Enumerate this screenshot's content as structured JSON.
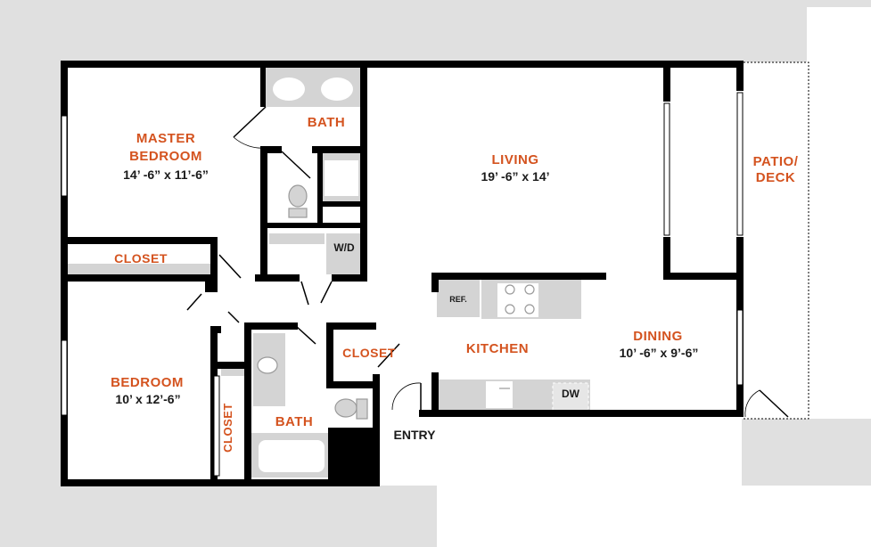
{
  "colors": {
    "wall": "#000000",
    "background": "#e0e0e0",
    "fixture": "#d4d4d4",
    "label": "#d4531f",
    "text": "#1a1a1a"
  },
  "rooms": {
    "master_bedroom": {
      "name_line1": "MASTER",
      "name_line2": "BEDROOM",
      "dims": "14’ -6” x 11’-6”"
    },
    "master_bath": {
      "name": "BATH"
    },
    "master_closet": {
      "name": "CLOSET"
    },
    "living": {
      "name": "LIVING",
      "dims": "19’ -6” x 14’"
    },
    "patio": {
      "name_line1": "PATIO/",
      "name_line2": "DECK"
    },
    "laundry": {
      "name": "W/D"
    },
    "bedroom": {
      "name": "BEDROOM",
      "dims": "10’  x 12’-6”"
    },
    "bedroom_closet": {
      "name": "CLOSET"
    },
    "hall_bath": {
      "name": "BATH"
    },
    "hall_closet": {
      "name": "CLOSET"
    },
    "kitchen": {
      "name": "KITCHEN"
    },
    "dining": {
      "name": "DINING",
      "dims": "10’ -6” x 9’-6”"
    },
    "entry": {
      "name": "ENTRY"
    }
  },
  "appliances": {
    "refrigerator": "REF.",
    "dishwasher": "DW"
  }
}
